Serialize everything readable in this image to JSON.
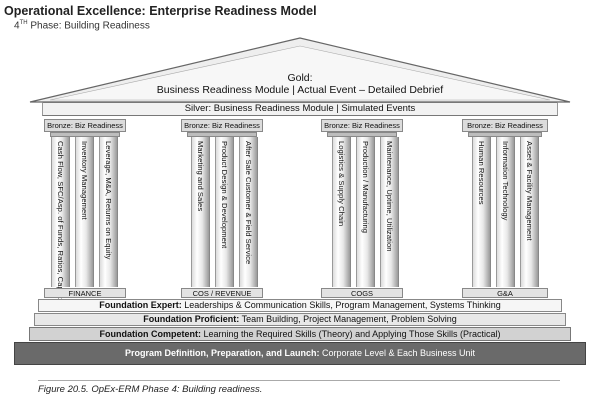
{
  "header": {
    "title": "Operational Excellence: Enterprise Readiness Model",
    "phase_num": "4",
    "phase_sup": "TH",
    "phase_rest": " Phase: Building Readiness"
  },
  "roof": {
    "gold_line1": "Gold:",
    "gold_line2": "Business Readiness Module | Actual Event – Detailed Debrief",
    "silver": "Silver: Business Readiness Module | Simulated Events"
  },
  "pillars": [
    {
      "bronze": "Bronze: Biz Readiness",
      "base": "FINANCE",
      "columns": [
        "Cash Flow, SFC/Asp. of Funds, Ratios, Capex",
        "Inventory Management",
        "Leverage, M&A, Returns on Equity"
      ]
    },
    {
      "bronze": "Bronze: Biz Readiness",
      "base": "COS / REVENUE",
      "columns": [
        "Marketing and Sales",
        "Product Design & Development",
        "After Sale Customer & Field Service"
      ]
    },
    {
      "bronze": "Bronze: Biz Readiness",
      "base": "COGS",
      "columns": [
        "Logistics & Supply Chain",
        "Production / Manufacturing",
        "Maintenance, Uptime, Utilization"
      ]
    },
    {
      "bronze": "Bronze: Biz Readiness",
      "base": "G&A",
      "columns": [
        "Human Resources",
        "Information Technology",
        "Asset & Facility Management"
      ]
    }
  ],
  "foundation": {
    "expert_label": "Foundation Expert:",
    "expert_text": " Leaderships & Communication Skills, Program Management, Systems Thinking",
    "proficient_label": "Foundation Proficient:",
    "proficient_text": " Team Building, Project Management, Problem Solving",
    "competent_label": "Foundation Competent:",
    "competent_text": " Learning the Required Skills (Theory) and Applying Those Skills (Practical)",
    "program_label": "Program Definition, Preparation, and Launch:",
    "program_text": "  Corporate Level & Each Business Unit"
  },
  "caption": "Figure 20.5.  OpEx-ERM Phase 4: Building readiness."
}
